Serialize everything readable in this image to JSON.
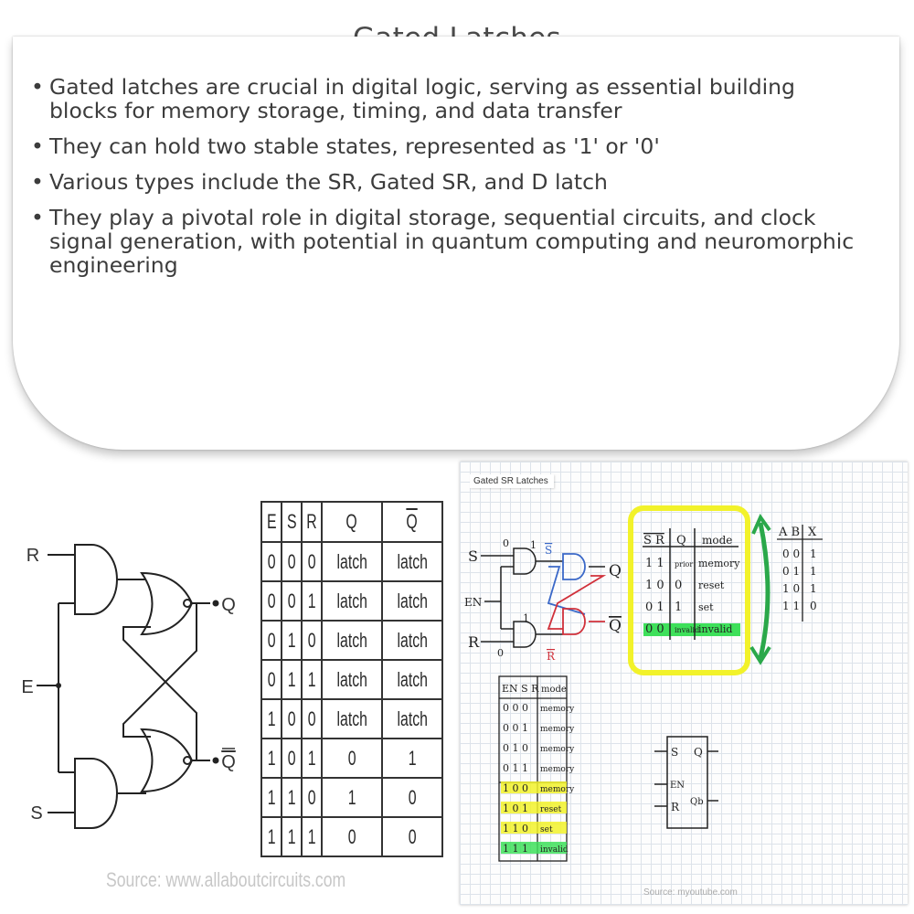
{
  "title": "Gated Latches",
  "bullets": [
    "Gated latches are crucial in digital logic, serving as essential building blocks for memory storage, timing, and data transfer",
    "They can hold two stable states, represented as '1' or '0'",
    "Various types include the SR, Gated SR, and D latch",
    "They play a pivotal role in digital storage, sequential circuits, and clock signal generation, with potential in quantum computing and neuromorphic engineering"
  ],
  "bullet_symbol": "•",
  "circuit": {
    "label_r": "R",
    "label_e": "E",
    "label_s": "S",
    "label_q": "Q",
    "label_qbar": "Q"
  },
  "source_left": "Source: www.allaboutcircuits.com",
  "truth_table": {
    "headers": [
      "E",
      "S",
      "R",
      "Q",
      "Q"
    ],
    "rows": [
      [
        "0",
        "0",
        "0",
        "latch",
        "latch"
      ],
      [
        "0",
        "0",
        "1",
        "latch",
        "latch"
      ],
      [
        "0",
        "1",
        "0",
        "latch",
        "latch"
      ],
      [
        "0",
        "1",
        "1",
        "latch",
        "latch"
      ],
      [
        "1",
        "0",
        "0",
        "latch",
        "latch"
      ],
      [
        "1",
        "0",
        "1",
        "0",
        "1"
      ],
      [
        "1",
        "1",
        "0",
        "1",
        "0"
      ],
      [
        "1",
        "1",
        "1",
        "0",
        "0"
      ]
    ]
  },
  "whiteboard": {
    "title": "Gated SR Latches",
    "source": "Source: myoutube.com",
    "in_s": "S",
    "in_en": "EN",
    "in_r": "R",
    "in_s_val": "0",
    "in_r_val": "0",
    "mid_1": "1",
    "mid_1b": "1",
    "out_q": "Q",
    "out_qbar": "Q",
    "sbar": "S",
    "rbar": "R",
    "mode_table": {
      "headers": [
        "S R",
        "Q",
        "mode"
      ],
      "rows": [
        [
          "1 1",
          "prior",
          "memory"
        ],
        [
          "1 0",
          "0",
          "reset"
        ],
        [
          "0 1",
          "1",
          "set"
        ],
        [
          "0 0",
          "invalid",
          "invalid"
        ]
      ]
    },
    "nand_table": {
      "headers": [
        "A B",
        "X"
      ],
      "rows": [
        [
          "0 0",
          "1"
        ],
        [
          "0 1",
          "1"
        ],
        [
          "1 0",
          "1"
        ],
        [
          "1 1",
          "0"
        ]
      ]
    },
    "en_table": {
      "headers": [
        "EN S R",
        "mode"
      ],
      "rows": [
        [
          "0 0 0",
          "memory"
        ],
        [
          "0 0 1",
          "memory"
        ],
        [
          "0 1 0",
          "memory"
        ],
        [
          "0 1 1",
          "memory"
        ],
        [
          "1 0 0",
          "memory"
        ],
        [
          "1 0 1",
          "reset"
        ],
        [
          "1 1 0",
          "set"
        ],
        [
          "1 1 1",
          "invalid"
        ]
      ]
    },
    "block": {
      "s": "S",
      "q": "Q",
      "en": "EN",
      "r": "R",
      "qbar": "Qb"
    }
  },
  "colors": {
    "highlight_yellow": "#f2f22a",
    "highlight_green": "#3ee05a",
    "pen_red": "#d0303a",
    "pen_blue": "#3a68c8",
    "pen_green": "#2aa84a"
  }
}
